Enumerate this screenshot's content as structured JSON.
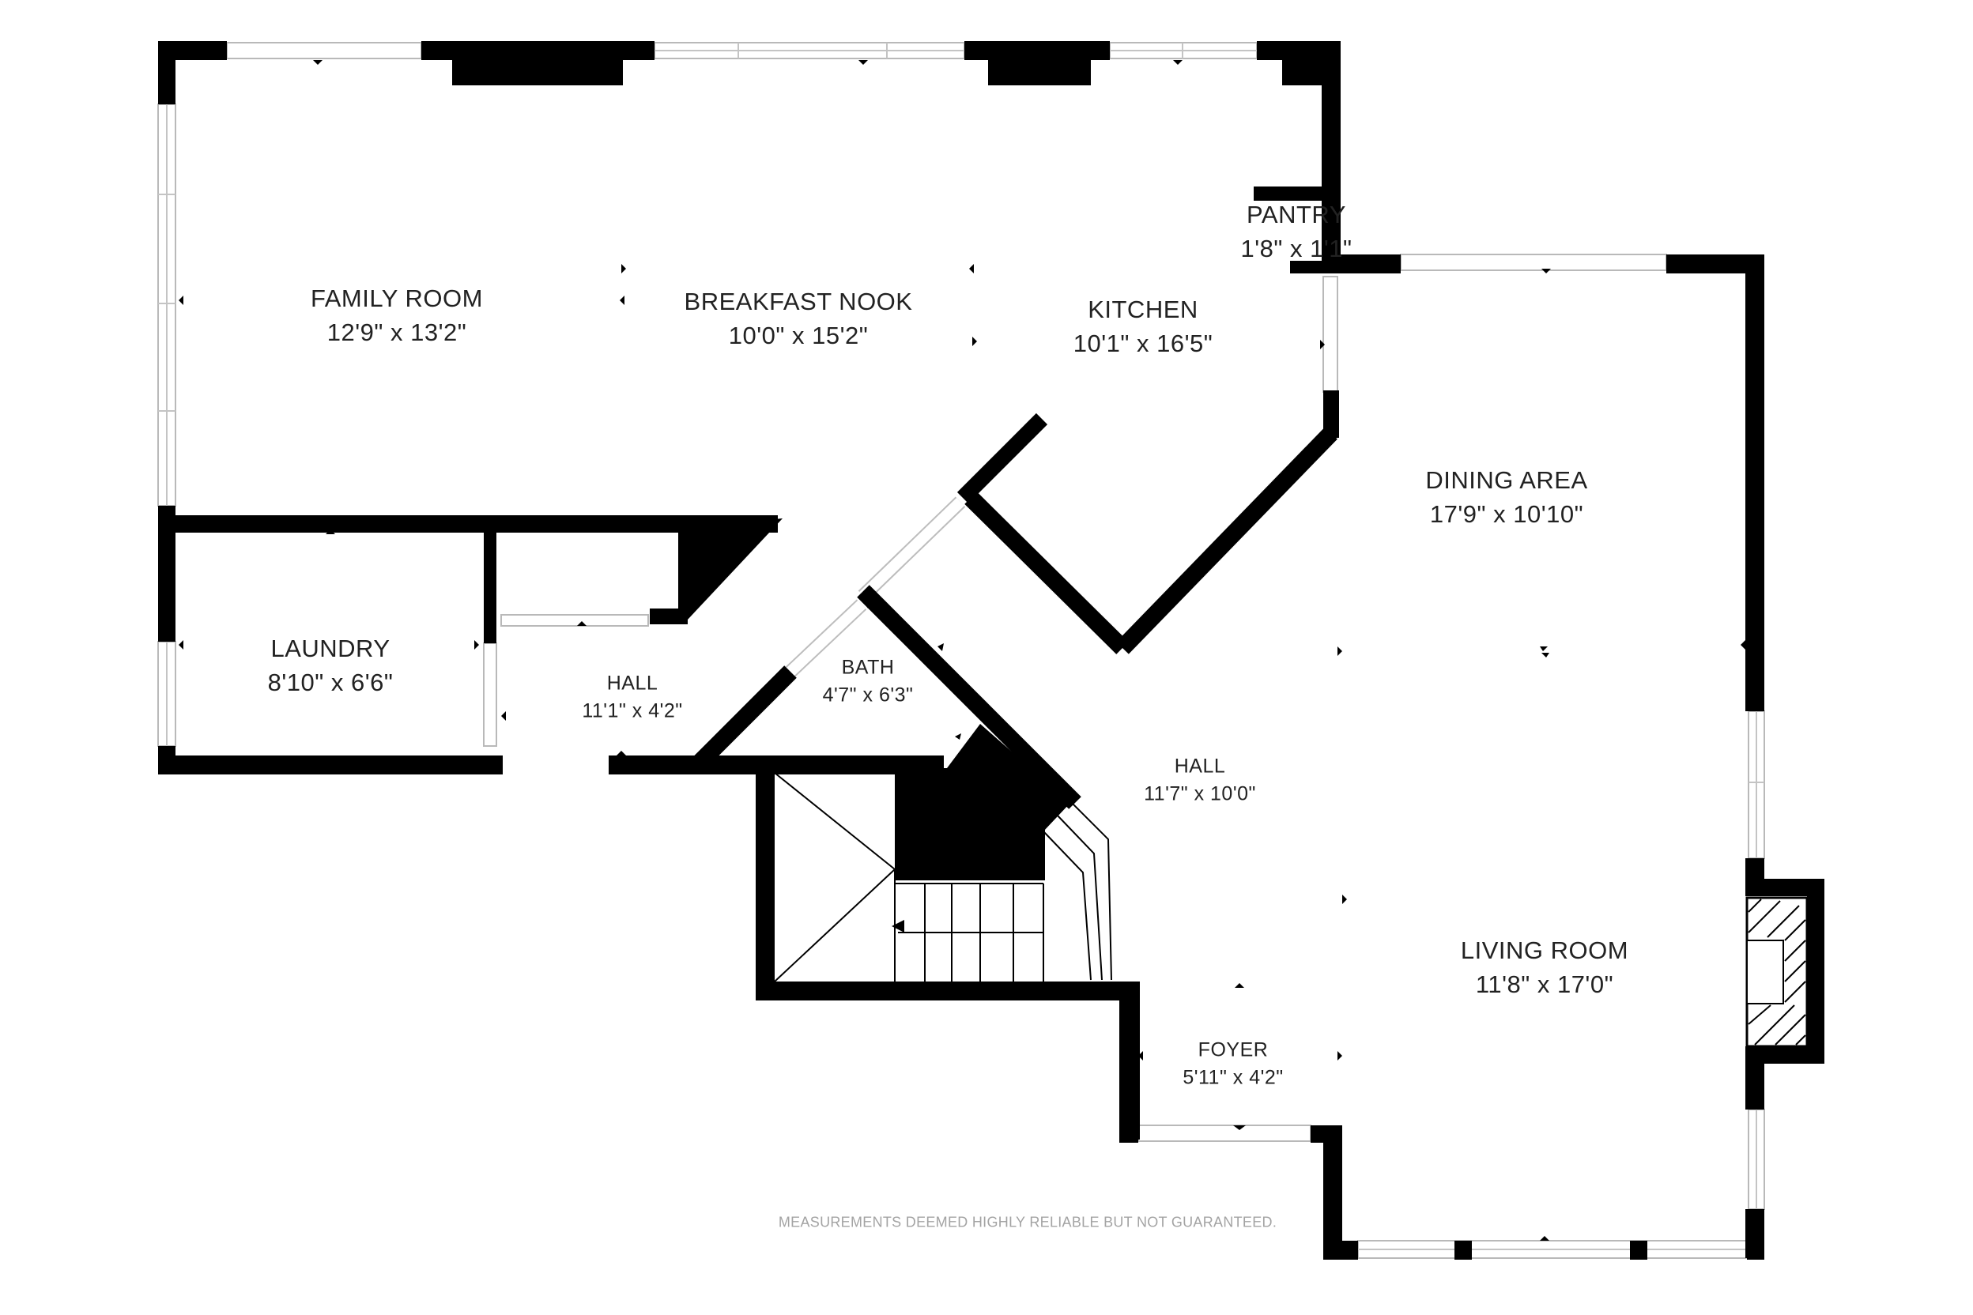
{
  "rooms": {
    "family_room": {
      "name": "FAMILY ROOM",
      "dims": "12'9\" x 13'2\""
    },
    "breakfast_nook": {
      "name": "BREAKFAST NOOK",
      "dims": "10'0\" x 15'2\""
    },
    "kitchen": {
      "name": "KITCHEN",
      "dims": "10'1\" x 16'5\""
    },
    "pantry": {
      "name": "PANTRY",
      "dims": "1'8\" x 1'1\""
    },
    "dining_area": {
      "name": "DINING AREA",
      "dims": "17'9\" x 10'10\""
    },
    "laundry": {
      "name": "LAUNDRY",
      "dims": "8'10\" x 6'6\""
    },
    "hall_west": {
      "name": "HALL",
      "dims": "11'1\" x 4'2\""
    },
    "bath": {
      "name": "BATH",
      "dims": "4'7\" x 6'3\""
    },
    "hall_center": {
      "name": "HALL",
      "dims": "11'7\" x 10'0\""
    },
    "living_room": {
      "name": "LIVING ROOM",
      "dims": "11'8\" x 17'0\""
    },
    "foyer": {
      "name": "FOYER",
      "dims": "5'11\" x 4'2\""
    }
  },
  "disclaimer": "MEASUREMENTS DEEMED HIGHLY RELIABLE BUT NOT GUARANTEED.",
  "colors": {
    "wall": "#000000",
    "window": "#b9b9b9",
    "text": "#222222",
    "disclaimer": "#a3a3a3"
  }
}
